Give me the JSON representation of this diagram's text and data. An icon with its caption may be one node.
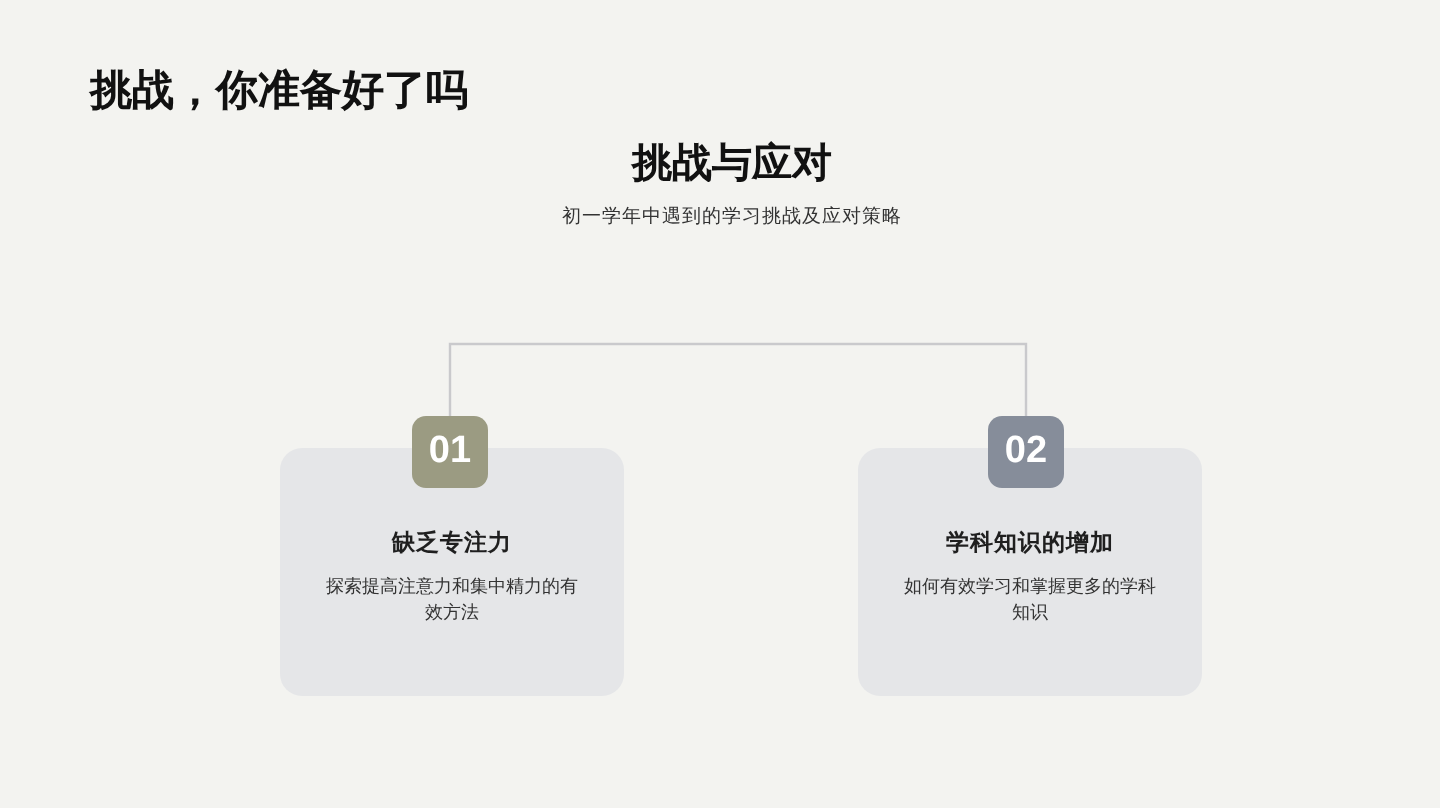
{
  "diagram": {
    "title": "挑战，你准备好了吗",
    "nodes": [
      {
        "text": [
          "01"
        ]
      },
      {
        "text": [
          "缺乏专注力",
          "探索提高注意力和集中精力的有效方法"
        ]
      },
      {
        "text": [
          "02"
        ]
      },
      {
        "text": [
          "学科知识的增加",
          "如何有效学习和掌握更多的学科知识"
        ]
      }
    ],
    "edges": [
      {
        "from": 0,
        "to": 2,
        "arrow": "none"
      }
    ],
    "labels": [
      "挑战与应对",
      "初一学年中遇到的学习挑战及应对策略"
    ]
  }
}
